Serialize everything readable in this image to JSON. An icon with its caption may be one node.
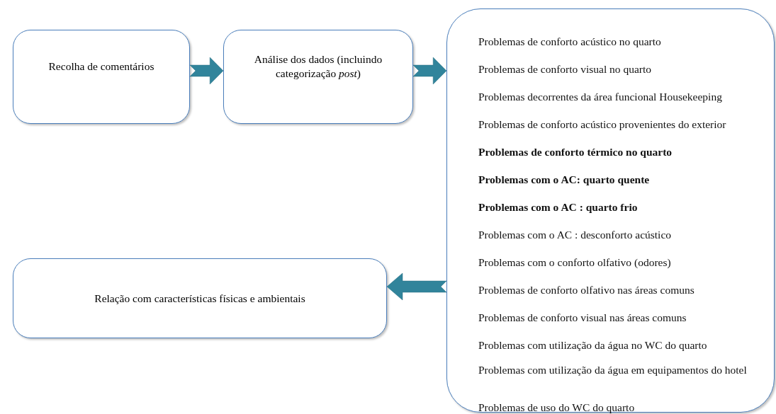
{
  "diagram": {
    "nodes": [
      {
        "text": [
          "Recolha de comentários"
        ]
      },
      {
        "text": [
          "Análise dos dados (incluindo categorização *post*)"
        ]
      },
      {
        "text": [
          "Problemas de conforto acústico no quarto",
          "Problemas de conforto visual no quarto",
          "Problemas decorrentes da área funcional Housekeeping",
          "Problemas de conforto acústico provenientes do exterior",
          "**Problemas de conforto térmico no quarto**",
          "**Problemas com o AC: quarto quente**",
          "**Problemas com o AC : quarto frio**",
          "Problemas com o AC : desconforto acústico",
          "Problemas com o conforto olfativo (odores)",
          "Problemas de conforto olfativo nas áreas comuns",
          "Problemas de conforto visual nas áreas comuns",
          "Problemas com utilização da água no WC do quarto",
          "Problemas com utilização da água em equipamentos do hotel",
          "Problemas de uso do WC do quarto"
        ]
      },
      {
        "text": [
          "Relação com características físicas e ambientais"
        ]
      }
    ],
    "edges": [
      {
        "from": 0,
        "to": 1,
        "arrow": "to"
      },
      {
        "from": 1,
        "to": 2,
        "arrow": "to"
      },
      {
        "from": 2,
        "to": 3,
        "arrow": "to"
      }
    ]
  }
}
